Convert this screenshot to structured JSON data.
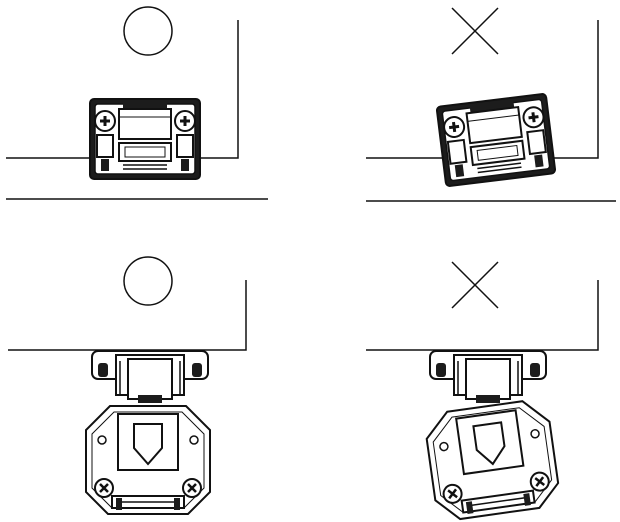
{
  "figure": {
    "panels": [
      {
        "id": "top-left",
        "mark": "circle",
        "verdict": "correct",
        "component": "latch",
        "mount": "level"
      },
      {
        "id": "top-right",
        "mark": "cross",
        "verdict": "incorrect",
        "component": "latch",
        "mount": "tilted"
      },
      {
        "id": "bottom-left",
        "mark": "circle",
        "verdict": "correct",
        "component": "hinge-with-strike",
        "mount": "aligned"
      },
      {
        "id": "bottom-right",
        "mark": "cross",
        "verdict": "incorrect",
        "component": "hinge-with-strike",
        "mount": "tilted"
      }
    ],
    "colors": {
      "ink": "#111111",
      "paper": "#ffffff",
      "fill": "#f4f4f4"
    }
  }
}
